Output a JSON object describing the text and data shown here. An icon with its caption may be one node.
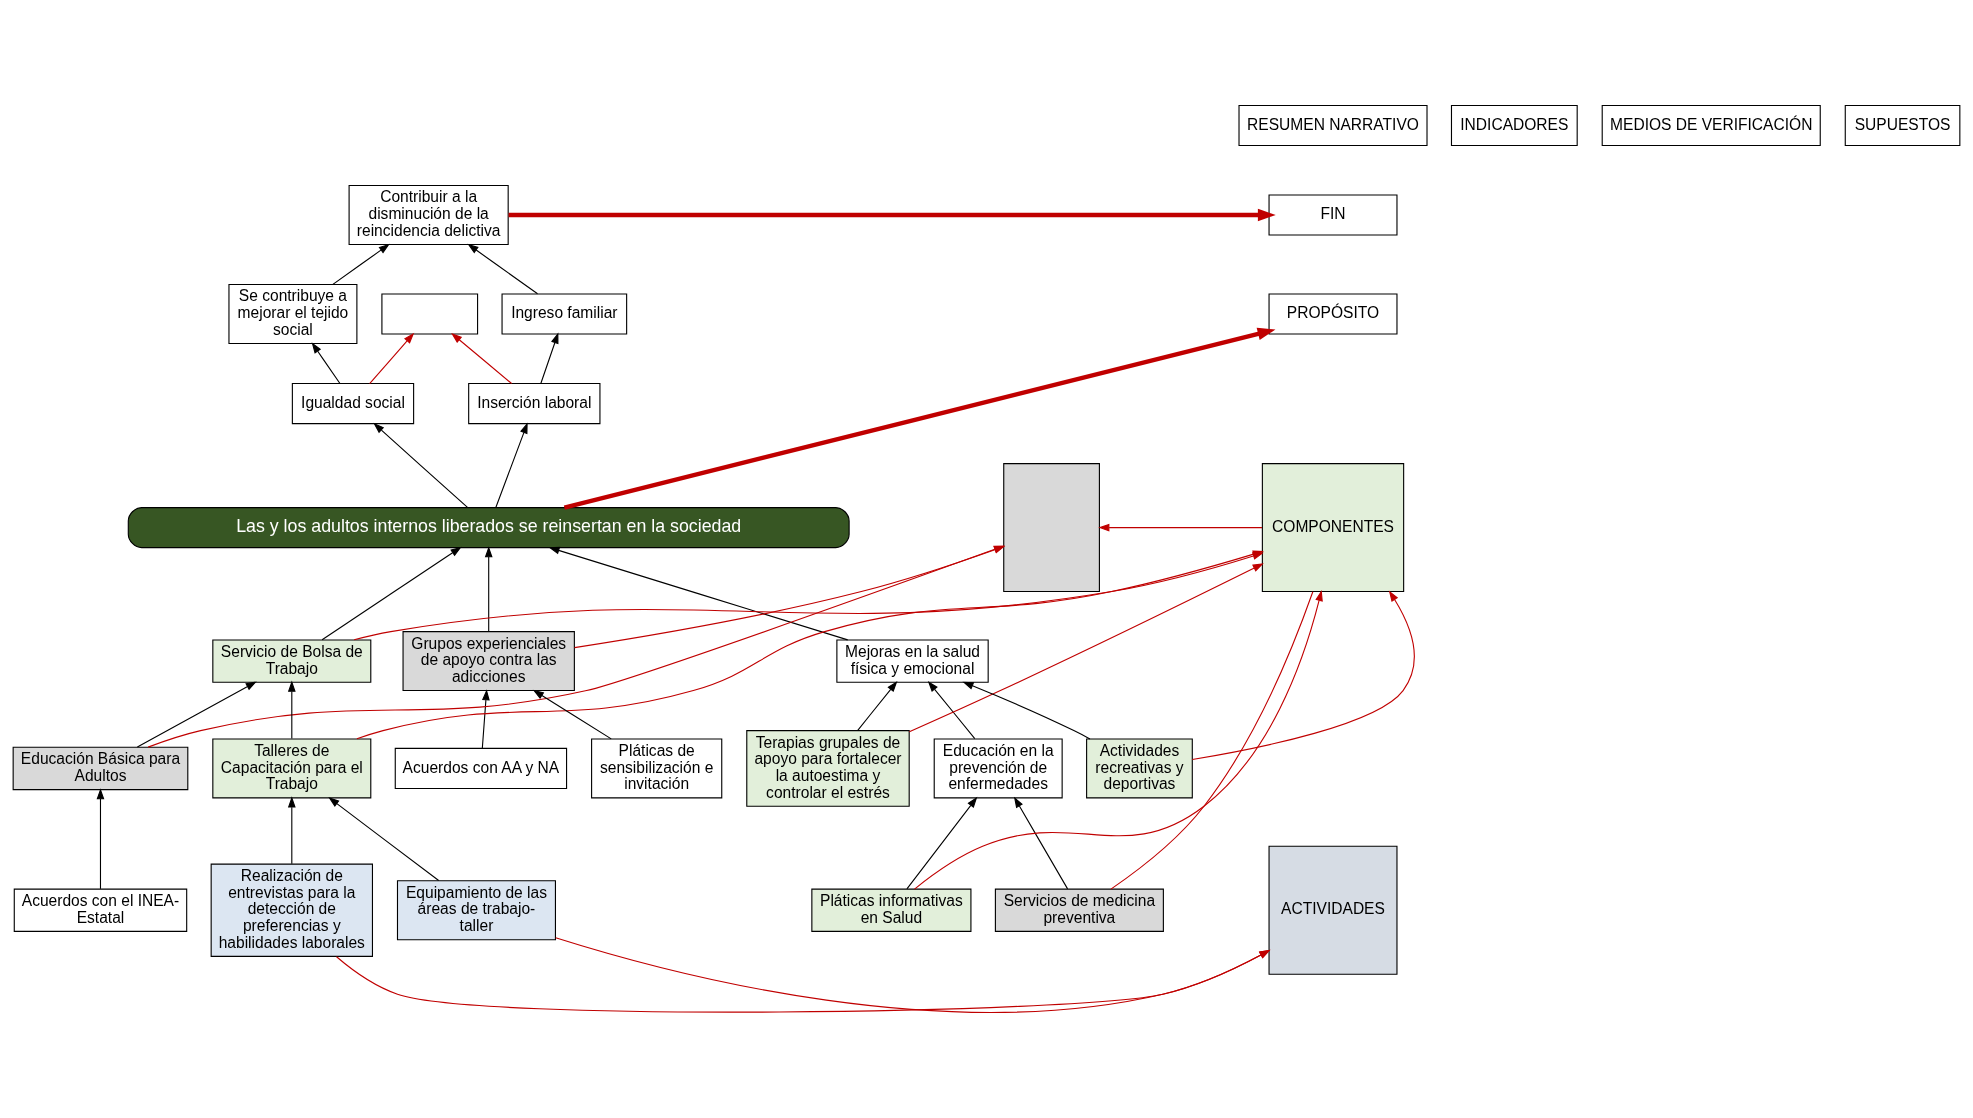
{
  "diagram": {
    "nodes": [
      {
        "text": [
          "Contribuir a la disminución de la reincidencia delictiva"
        ]
      },
      {
        "text": [
          "Se contribuye a mejorar el tejido social"
        ]
      },
      {
        "text": [
          "Ingreso familiar"
        ]
      },
      {
        "text": [
          "Igualdad social"
        ]
      },
      {
        "text": [
          "Inserción laboral"
        ]
      },
      {
        "text": [
          "Las y los adultos internos liberados se reinsertan en la sociedad"
        ]
      },
      {
        "text": [
          "Mejoras en la salud física y emocional"
        ]
      },
      {
        "text": [
          "Grupos experienciales de apoyo contra las adicciones"
        ]
      },
      {
        "text": [
          "Servicio de Bolsa de Trabajo"
        ]
      },
      {
        "text": [
          "Educación en la prevención de enfermedades"
        ]
      },
      {
        "text": [
          "Terapias grupales de apoyo para fortalecer la autoestima y controlar el estrés"
        ]
      },
      {
        "text": [
          "Acuerdos con AA y NA"
        ]
      },
      {
        "text": [
          "Educación Básica para Adultos"
        ]
      },
      {
        "text": [
          "Talleres de Capacitación para el Trabajo"
        ]
      },
      {
        "text": [
          "Servicios de medicina preventiva"
        ]
      },
      {
        "text": [
          "Realización de entrevistas para la detección de preferencias y habilidades laborales"
        ]
      },
      {
        "text": [
          "Pláticas de sensibilización e invitación"
        ]
      },
      {
        "text": [
          "Acuerdos con el INEA-Estatal"
        ]
      },
      {
        "text": [
          "Pláticas informativas en Salud"
        ]
      },
      {
        "text": [
          "Actividades recreativas y deportivas"
        ]
      },
      {
        "text": [
          "Equipamiento de las áreas de trabajo-taller"
        ]
      },
      {
        "text": [
          "RESUMEN NARRATIVO"
        ]
      },
      {
        "text": [
          "INDICADORES"
        ]
      },
      {
        "text": [
          "MEDIOS DE VERIFICACIÓN"
        ]
      },
      {
        "text": [
          "SUPUESTOS"
        ]
      },
      {
        "text": [
          "FIN"
        ]
      },
      {
        "text": [
          "PROPÓSITO"
        ]
      },
      {
        "text": [],
        "shape": "box"
      },
      {
        "text": [
          "COMPONENTES"
        ]
      },
      {
        "text": [],
        "shape": "box"
      },
      {
        "text": [
          "ACTIVIDADES"
        ]
      }
    ],
    "edges": [
      {
        "from": 1,
        "to": 0,
        "arrow": "to"
      },
      {
        "from": 2,
        "to": 0,
        "arrow": "to"
      },
      {
        "from": 3,
        "to": 1,
        "arrow": "to"
      },
      {
        "from": 4,
        "to": 2,
        "arrow": "to"
      },
      {
        "from": 5,
        "to": 3,
        "arrow": "to"
      },
      {
        "from": 5,
        "to": 4,
        "arrow": "to"
      },
      {
        "from": 6,
        "to": 5,
        "arrow": "to"
      },
      {
        "from": 7,
        "to": 5,
        "arrow": "to"
      },
      {
        "from": 8,
        "to": 5,
        "arrow": "to"
      },
      {
        "from": 9,
        "to": 6,
        "arrow": "to"
      },
      {
        "from": 10,
        "to": 6,
        "arrow": "to"
      },
      {
        "from": 19,
        "to": 6,
        "arrow": "to"
      },
      {
        "from": 14,
        "to": 9,
        "arrow": "to"
      },
      {
        "from": 18,
        "to": 9,
        "arrow": "to"
      },
      {
        "from": 11,
        "to": 7,
        "arrow": "to"
      },
      {
        "from": 16,
        "to": 7,
        "arrow": "to"
      },
      {
        "from": 12,
        "to": 8,
        "arrow": "to"
      },
      {
        "from": 13,
        "to": 8,
        "arrow": "to"
      },
      {
        "from": 17,
        "to": 12,
        "arrow": "to"
      },
      {
        "from": 15,
        "to": 13,
        "arrow": "to"
      },
      {
        "from": 20,
        "to": 13,
        "arrow": "to"
      },
      {
        "from": 0,
        "to": 25,
        "arrow": "to",
        "style": "thick",
        "color": "#c00000"
      },
      {
        "from": 5,
        "to": 26,
        "arrow": "to",
        "style": "thick",
        "color": "#c00000"
      },
      {
        "from": 4,
        "to": 27,
        "arrow": "to",
        "color": "#c00000"
      },
      {
        "from": 3,
        "to": 27,
        "arrow": "to",
        "color": "#c00000"
      },
      {
        "from": 8,
        "to": 28,
        "arrow": "to",
        "color": "#c00000"
      },
      {
        "from": 7,
        "to": 29,
        "arrow": "to",
        "color": "#c00000"
      },
      {
        "from": 13,
        "to": 28,
        "arrow": "to",
        "color": "#c00000"
      },
      {
        "from": 12,
        "to": 29,
        "arrow": "to",
        "color": "#c00000"
      },
      {
        "from": 10,
        "to": 28,
        "arrow": "to",
        "color": "#c00000"
      },
      {
        "from": 28,
        "to": 29,
        "arrow": "to",
        "color": "#c00000"
      },
      {
        "from": 14,
        "to": 28,
        "arrow": "none",
        "color": "#c00000"
      },
      {
        "from": 18,
        "to": 28,
        "arrow": "to",
        "color": "#c00000"
      },
      {
        "from": 19,
        "to": 28,
        "arrow": "to",
        "color": "#c00000"
      },
      {
        "from": 15,
        "to": 30,
        "arrow": "to",
        "color": "#c00000"
      },
      {
        "from": 20,
        "to": 30,
        "arrow": "to",
        "color": "#c00000"
      }
    ]
  }
}
